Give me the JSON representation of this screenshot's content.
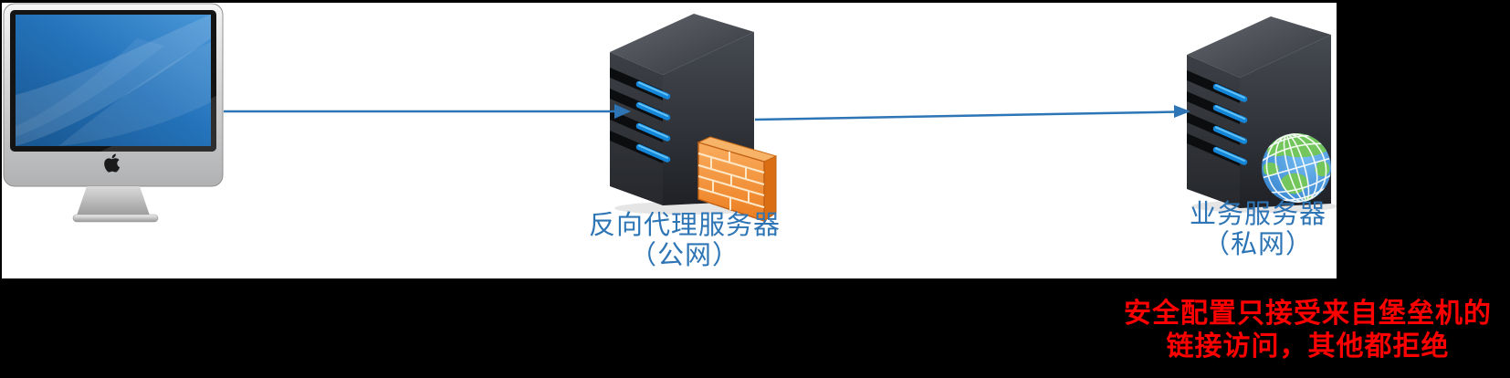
{
  "panel": {
    "background": "#FFFFFF"
  },
  "nodes": {
    "client": {
      "icon": "imac-icon"
    },
    "proxy": {
      "label": "反向代理服务器",
      "sublabel": "（公网）",
      "icons": [
        "server-icon",
        "firewall-icon"
      ]
    },
    "business": {
      "label": "业务服务器",
      "sublabel": "（私网）",
      "icons": [
        "server-icon",
        "globe-icon"
      ]
    }
  },
  "connections": [
    {
      "from": "client",
      "to": "proxy",
      "type": "arrow"
    },
    {
      "from": "proxy",
      "to": "business",
      "type": "arrow"
    }
  ],
  "annotation": {
    "line1": "安全配置只接受来自堡垒机的",
    "line2": "链接访问，其他都拒绝"
  },
  "colors": {
    "canvas": "#000000",
    "panel": "#FFFFFF",
    "arrow": "#2E75B6",
    "node_label": "#2E75B6",
    "annotation": "#FF0000",
    "server_led": "#1486D8",
    "firewall": "#EF8325"
  }
}
